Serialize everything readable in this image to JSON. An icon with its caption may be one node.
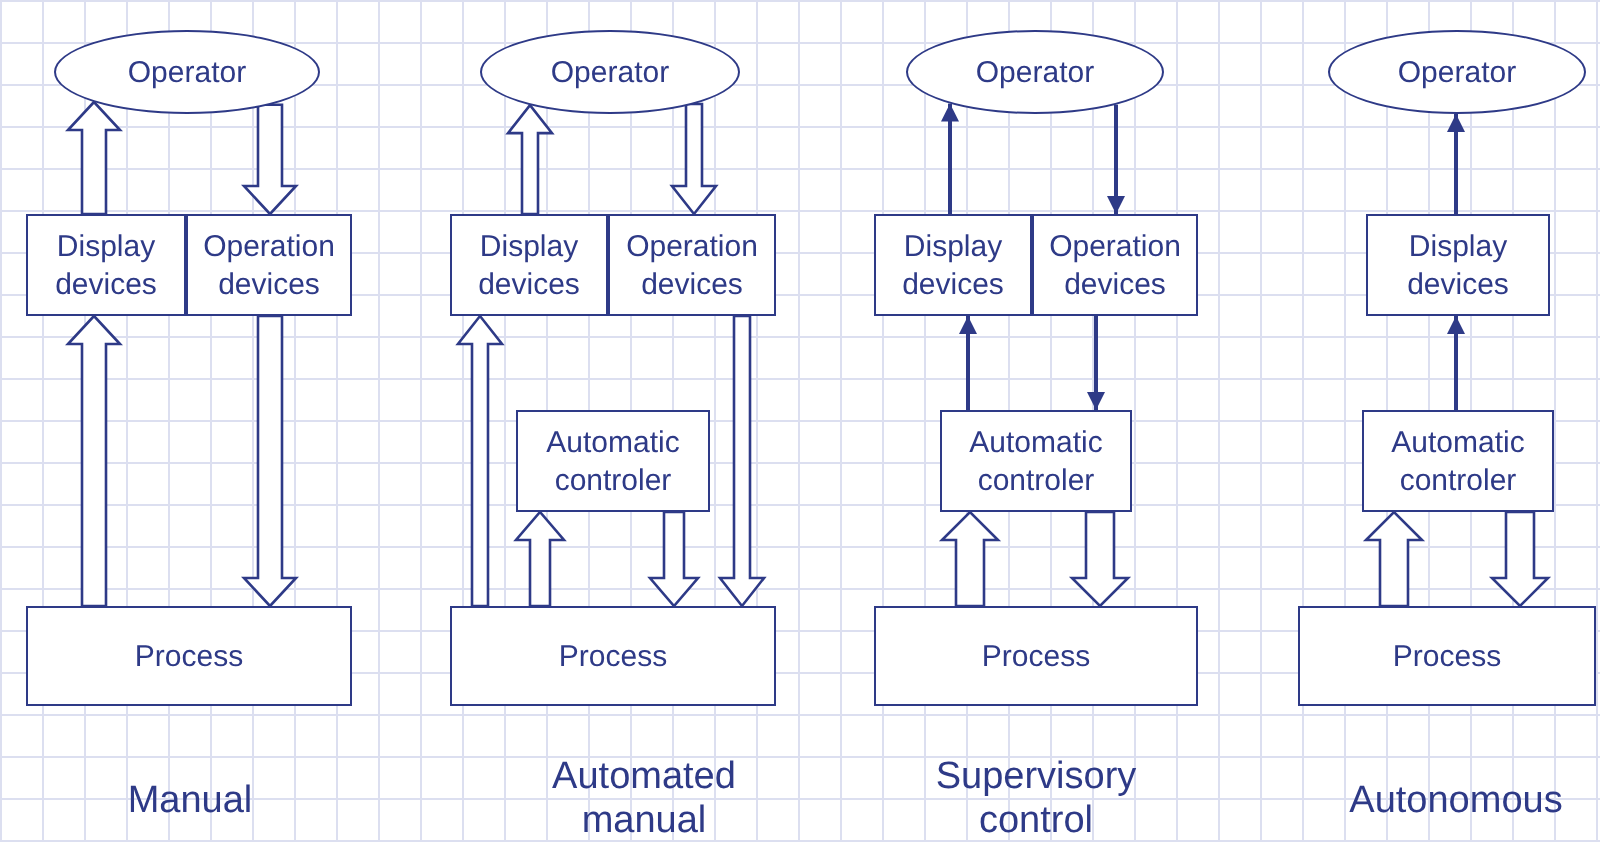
{
  "diagram": {
    "nodes": [
      {
        "text": [
          "Operator"
        ]
      },
      {
        "text": [
          "Display devices"
        ]
      },
      {
        "text": [
          "Operation devices"
        ]
      },
      {
        "text": [
          "Process"
        ]
      },
      {
        "text": [
          "Operator"
        ]
      },
      {
        "text": [
          "Display devices"
        ]
      },
      {
        "text": [
          "Operation devices"
        ]
      },
      {
        "text": [
          "Automatic controler"
        ]
      },
      {
        "text": [
          "Process"
        ]
      },
      {
        "text": [
          "Operator"
        ]
      },
      {
        "text": [
          "Display devices"
        ]
      },
      {
        "text": [
          "Operation devices"
        ]
      },
      {
        "text": [
          "Automatic controler"
        ]
      },
      {
        "text": [
          "Process"
        ]
      },
      {
        "text": [
          "Operator"
        ]
      },
      {
        "text": [
          "Display devices"
        ]
      },
      {
        "text": [
          "Automatic controler"
        ]
      },
      {
        "text": [
          "Process"
        ]
      }
    ],
    "edges": [
      {
        "from": 1,
        "to": 0,
        "arrow": "to",
        "style": "thick"
      },
      {
        "from": 0,
        "to": 2,
        "arrow": "to",
        "style": "thick"
      },
      {
        "from": 3,
        "to": 1,
        "arrow": "to",
        "style": "thick"
      },
      {
        "from": 2,
        "to": 3,
        "arrow": "to",
        "style": "thick"
      },
      {
        "from": 5,
        "to": 4,
        "arrow": "to",
        "style": "thick"
      },
      {
        "from": 4,
        "to": 6,
        "arrow": "to",
        "style": "thick"
      },
      {
        "from": 8,
        "to": 5,
        "arrow": "to",
        "style": "thick"
      },
      {
        "from": 8,
        "to": 7,
        "arrow": "to",
        "style": "thick"
      },
      {
        "from": 7,
        "to": 8,
        "arrow": "to",
        "style": "thick"
      },
      {
        "from": 6,
        "to": 8,
        "arrow": "to",
        "style": "thick"
      },
      {
        "from": 10,
        "to": 9,
        "arrow": "to"
      },
      {
        "from": 9,
        "to": 11,
        "arrow": "to"
      },
      {
        "from": 12,
        "to": 10,
        "arrow": "to"
      },
      {
        "from": 11,
        "to": 12,
        "arrow": "to"
      },
      {
        "from": 13,
        "to": 12,
        "arrow": "to",
        "style": "thick"
      },
      {
        "from": 12,
        "to": 13,
        "arrow": "to",
        "style": "thick"
      },
      {
        "from": 15,
        "to": 14,
        "arrow": "to"
      },
      {
        "from": 16,
        "to": 15,
        "arrow": "to"
      },
      {
        "from": 17,
        "to": 16,
        "arrow": "to",
        "style": "thick"
      },
      {
        "from": 16,
        "to": 17,
        "arrow": "to",
        "style": "thick"
      }
    ],
    "labels": [
      "Manual",
      "Automated manual",
      "Supervisory control",
      "Autonomous"
    ]
  }
}
